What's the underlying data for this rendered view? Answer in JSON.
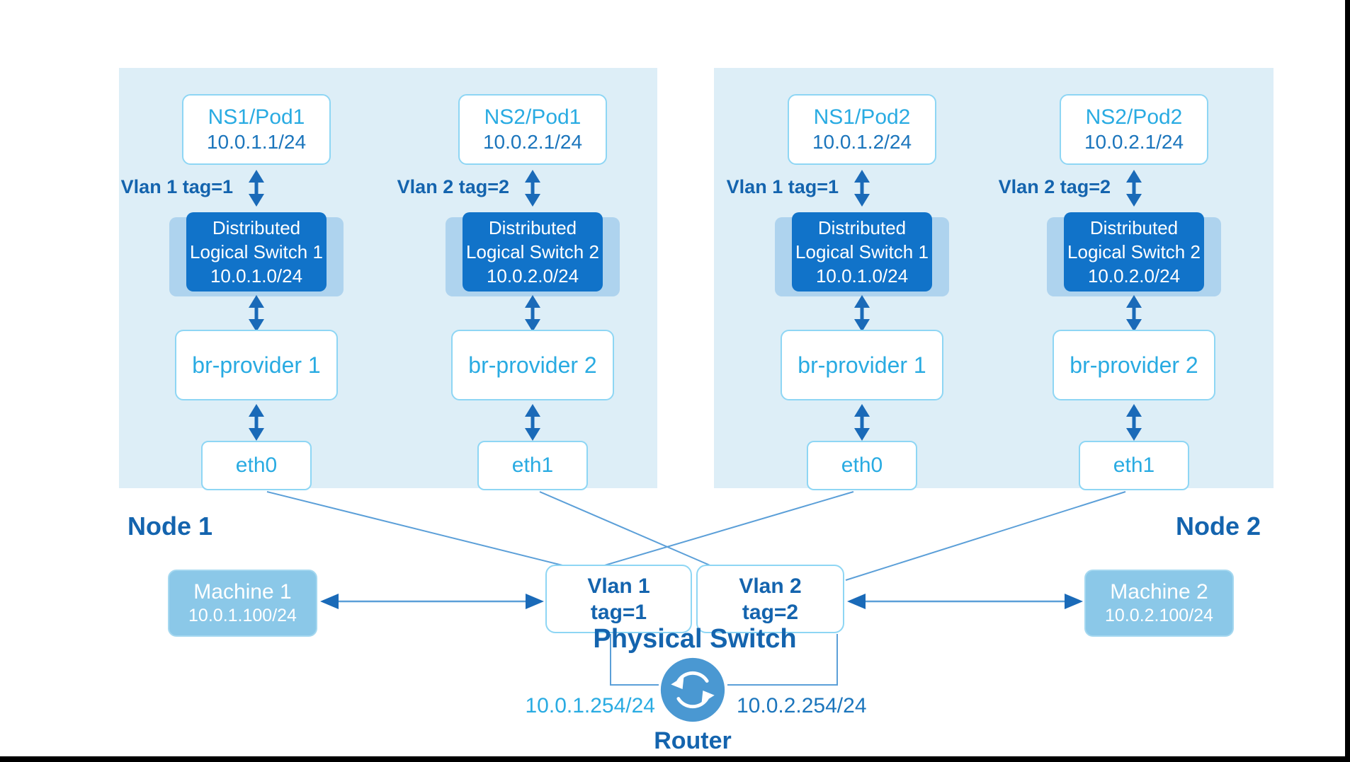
{
  "nodes": [
    {
      "label": "Node 1",
      "columns": [
        {
          "pod_title": "NS1/Pod1",
          "pod_ip": "10.0.1.1/24",
          "vlan_label": "Vlan 1 tag=1",
          "dls_line1": "Distributed",
          "dls_line2": "Logical Switch 1",
          "dls_ip": "10.0.1.0/24",
          "bridge": "br-provider 1",
          "eth": "eth0"
        },
        {
          "pod_title": "NS2/Pod1",
          "pod_ip": "10.0.2.1/24",
          "vlan_label": "Vlan 2 tag=2",
          "dls_line1": "Distributed",
          "dls_line2": "Logical Switch 2",
          "dls_ip": "10.0.2.0/24",
          "bridge": "br-provider 2",
          "eth": "eth1"
        }
      ]
    },
    {
      "label": "Node 2",
      "columns": [
        {
          "pod_title": "NS1/Pod2",
          "pod_ip": "10.0.1.2/24",
          "vlan_label": "Vlan 1 tag=1",
          "dls_line1": "Distributed",
          "dls_line2": "Logical Switch 1",
          "dls_ip": "10.0.1.0/24",
          "bridge": "br-provider 1",
          "eth": "eth0"
        },
        {
          "pod_title": "NS2/Pod2",
          "pod_ip": "10.0.2.1/24",
          "vlan_label": "Vlan 2 tag=2",
          "dls_line1": "Distributed",
          "dls_line2": "Logical Switch 2",
          "dls_ip": "10.0.2.0/24",
          "bridge": "br-provider 2",
          "eth": "eth1"
        }
      ]
    }
  ],
  "machines": [
    {
      "title": "Machine 1",
      "ip": "10.0.1.100/24"
    },
    {
      "title": "Machine 2",
      "ip": "10.0.2.100/24"
    }
  ],
  "physical_switch": {
    "label": "Physical Switch",
    "vlans": [
      {
        "line1": "Vlan 1",
        "line2": "tag=1"
      },
      {
        "line1": "Vlan 2",
        "line2": "tag=2"
      }
    ]
  },
  "router": {
    "label": "Router",
    "left_ip": "10.0.1.254/24",
    "right_ip": "10.0.2.254/24"
  },
  "colors": {
    "panel_bg": "#ddeef7",
    "box_border": "#8ed6f4",
    "cyan_text": "#29abe2",
    "dark_blue_text": "#1b75bc",
    "label_blue": "#1464ae",
    "dls_bg": "#1173c9",
    "dls_shadow": "#aed3ee",
    "machine_bg": "#8bc8e8",
    "router_bg": "#4a98d2",
    "wire": "#5b9fd8",
    "arrow": "#1a6ab8"
  }
}
